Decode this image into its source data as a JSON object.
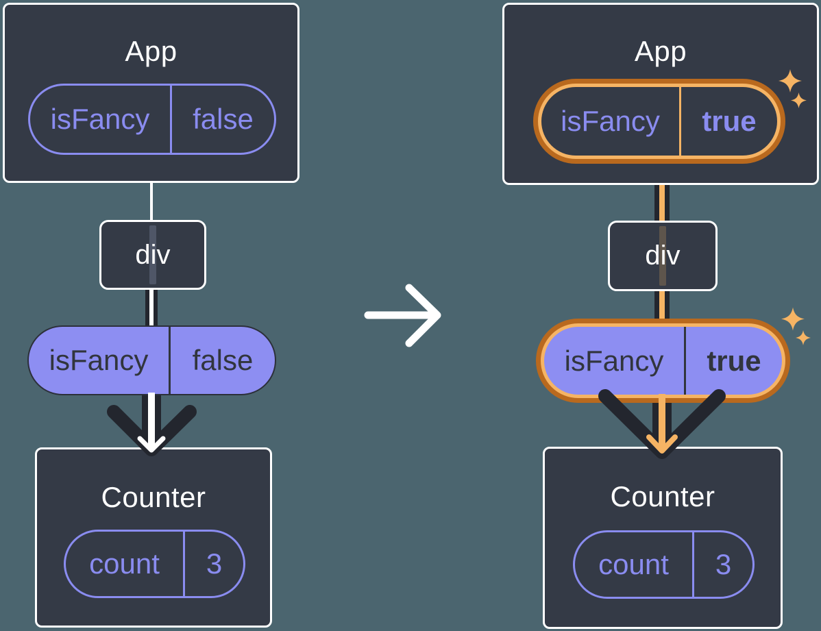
{
  "palette": {
    "background": "#4b656f",
    "card_fill": "#343a46",
    "card_border": "#ffffff",
    "accent_purple": "#8a8cf0",
    "purple_pill_fill": "#8d8ef2",
    "dark_ink": "#23262e",
    "highlight_orange_dark": "#b9691e",
    "highlight_orange_light": "#f6b464",
    "sparkle": "#f6b464"
  },
  "left_diagram": {
    "app_card": {
      "title": "App",
      "state_pill": {
        "key": "isFancy",
        "value": "false"
      }
    },
    "div_node": {
      "label": "div"
    },
    "prop_pill": {
      "key": "isFancy",
      "value": "false"
    },
    "counter_card": {
      "title": "Counter",
      "state_pill": {
        "key": "count",
        "value": "3"
      }
    }
  },
  "transition": {
    "icon": "right-arrow"
  },
  "right_diagram": {
    "app_card": {
      "title": "App",
      "state_pill": {
        "key": "isFancy",
        "value": "true"
      }
    },
    "div_node": {
      "label": "div"
    },
    "prop_pill": {
      "key": "isFancy",
      "value": "true"
    },
    "counter_card": {
      "title": "Counter",
      "state_pill": {
        "key": "count",
        "value": "3"
      }
    }
  }
}
